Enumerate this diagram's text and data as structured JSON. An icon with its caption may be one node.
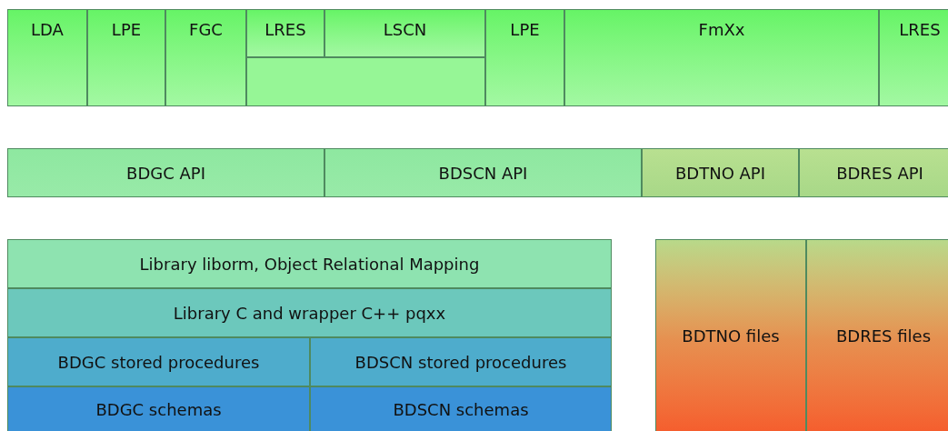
{
  "diagram": {
    "nodes": [
      {
        "text": [
          "LDA"
        ]
      },
      {
        "text": [
          "LPE"
        ]
      },
      {
        "text": [
          "FGC"
        ]
      },
      {
        "text": [
          "LRES"
        ]
      },
      {
        "text": [
          "LSCN"
        ]
      },
      {
        "text": [],
        "shape": "box"
      },
      {
        "text": [
          "LPE"
        ]
      },
      {
        "text": [
          "FmXx"
        ]
      },
      {
        "text": [
          "LRES"
        ]
      },
      {
        "text": [
          "BDGC API"
        ]
      },
      {
        "text": [
          "BDSCN API"
        ]
      },
      {
        "text": [
          "BDTNO API"
        ]
      },
      {
        "text": [
          "BDRES API"
        ]
      },
      {
        "text": [
          "Library liborm, Object Relational Mapping"
        ]
      },
      {
        "text": [
          "Library C and wrapper C++ pqxx"
        ]
      },
      {
        "text": [
          "BDGC stored procedures"
        ]
      },
      {
        "text": [
          "BDSCN stored procedures"
        ]
      },
      {
        "text": [
          "BDGC schemas"
        ]
      },
      {
        "text": [
          "BDSCN schemas"
        ]
      },
      {
        "text": [
          "BDTNO files"
        ]
      },
      {
        "text": [
          "BDRES files"
        ]
      }
    ]
  }
}
